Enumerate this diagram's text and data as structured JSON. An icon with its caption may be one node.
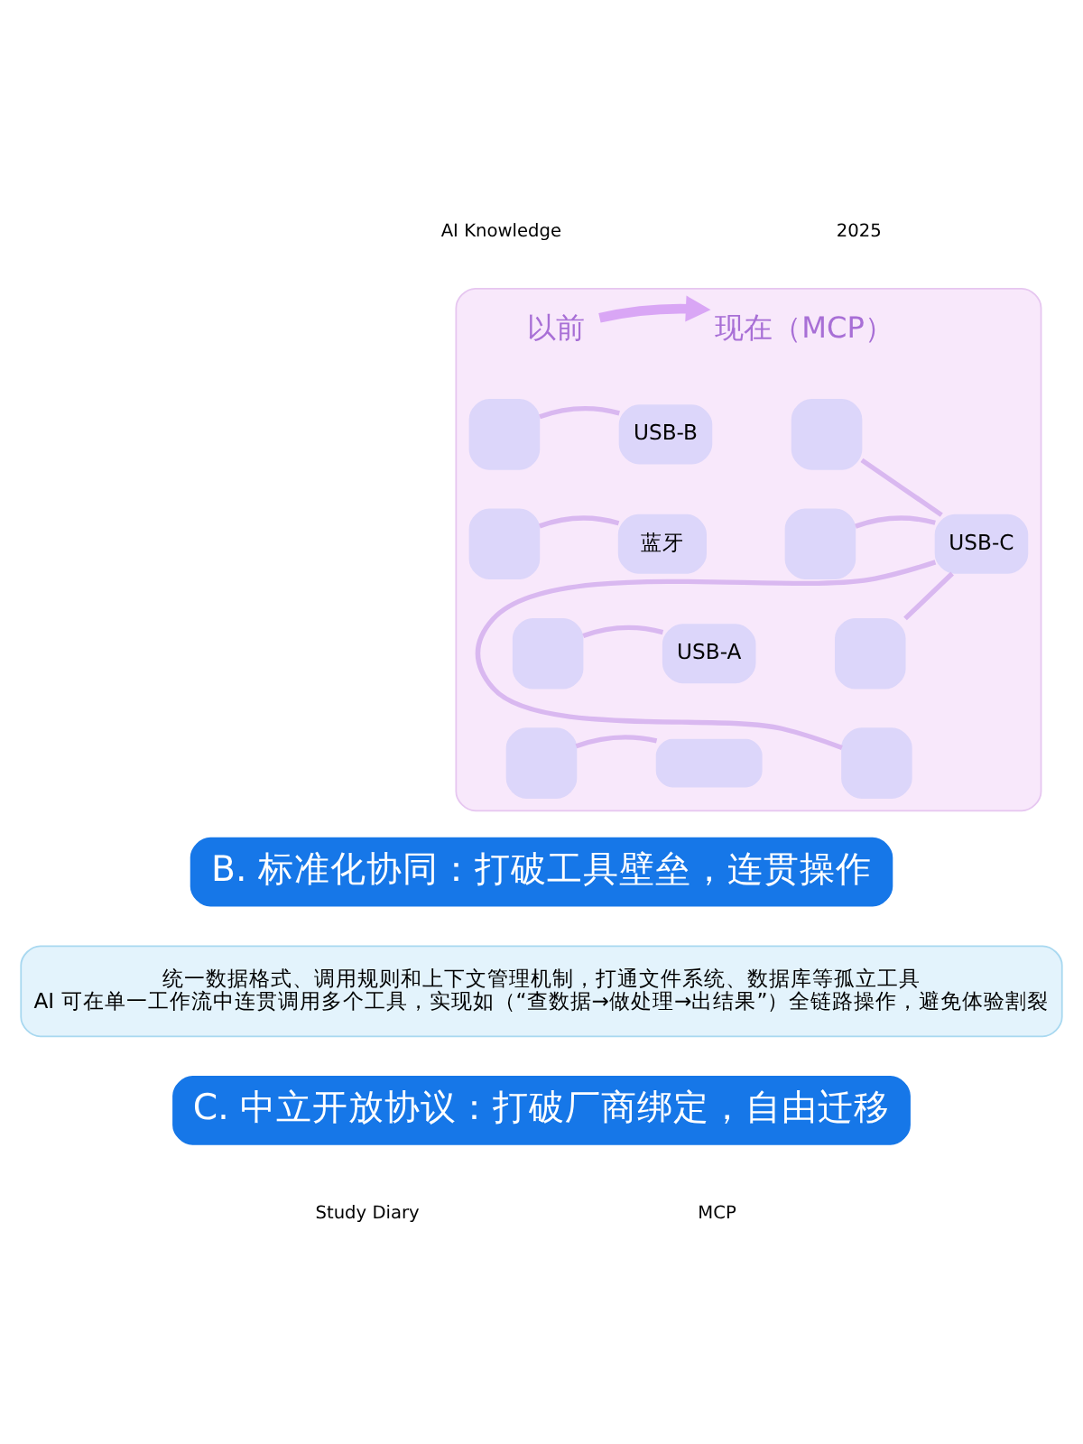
{
  "diagram": {
    "nodes": [
      {
        "text": [],
        "shape": "box"
      },
      {
        "text": [
          "以前"
        ],
        "in": 0
      },
      {
        "text": [
          "现在（MCP）"
        ],
        "in": 0
      },
      {
        "text": [],
        "shape": "box",
        "in": 0
      },
      {
        "text": [
          "USB-B"
        ],
        "in": 0
      },
      {
        "text": [],
        "shape": "box",
        "in": 0
      },
      {
        "text": [
          "蓝牙"
        ],
        "in": 0
      },
      {
        "text": [],
        "shape": "box",
        "in": 0
      },
      {
        "text": [
          "USB-A"
        ],
        "in": 0
      },
      {
        "text": [],
        "shape": "box",
        "in": 0
      },
      {
        "text": [],
        "shape": "bar",
        "in": 0
      },
      {
        "text": [],
        "shape": "box",
        "in": 0
      },
      {
        "text": [],
        "shape": "box",
        "in": 0
      },
      {
        "text": [],
        "shape": "box",
        "in": 0
      },
      {
        "text": [],
        "shape": "box",
        "in": 0
      },
      {
        "text": [
          "USB-C"
        ],
        "in": 0
      },
      {
        "text": [
          "B. 标准化协同：打破工具壁垒，连贯操作"
        ]
      },
      {
        "text": [
          "统一数据格式、调用规则和上下文管理机制，打通文件系统、数据库等孤立工具",
          "AI 可在单一工作流中连贯调用多个工具，实现如（“查数据→做处理→出结果”）全链路操作，避免体验割裂"
        ]
      },
      {
        "text": [
          "C. 中立开放协议：打破厂商绑定，自由迁移"
        ]
      }
    ],
    "edges": [
      {
        "from": 3,
        "to": 4,
        "arrow": "none",
        "color": "#d9b8f0"
      },
      {
        "from": 5,
        "to": 6,
        "arrow": "none",
        "color": "#d9b8f0"
      },
      {
        "from": 7,
        "to": 8,
        "arrow": "none",
        "color": "#d9b8f0"
      },
      {
        "from": 9,
        "to": 10,
        "arrow": "none",
        "color": "#d9b8f0"
      },
      {
        "from": 1,
        "to": 2,
        "arrow": "to",
        "style": "thick",
        "color": "#d9a6f5"
      },
      {
        "from": 11,
        "to": 15,
        "arrow": "none",
        "color": "#d9b8f0"
      },
      {
        "from": 12,
        "to": 15,
        "arrow": "none",
        "color": "#d9b8f0"
      },
      {
        "from": 13,
        "to": 15,
        "arrow": "none",
        "color": "#d9b8f0"
      },
      {
        "from": 14,
        "to": 15,
        "arrow": "none",
        "color": "#d9b8f0"
      }
    ],
    "labels": [
      "AI Knowledge",
      "2025",
      "Study Diary",
      "MCP"
    ]
  }
}
